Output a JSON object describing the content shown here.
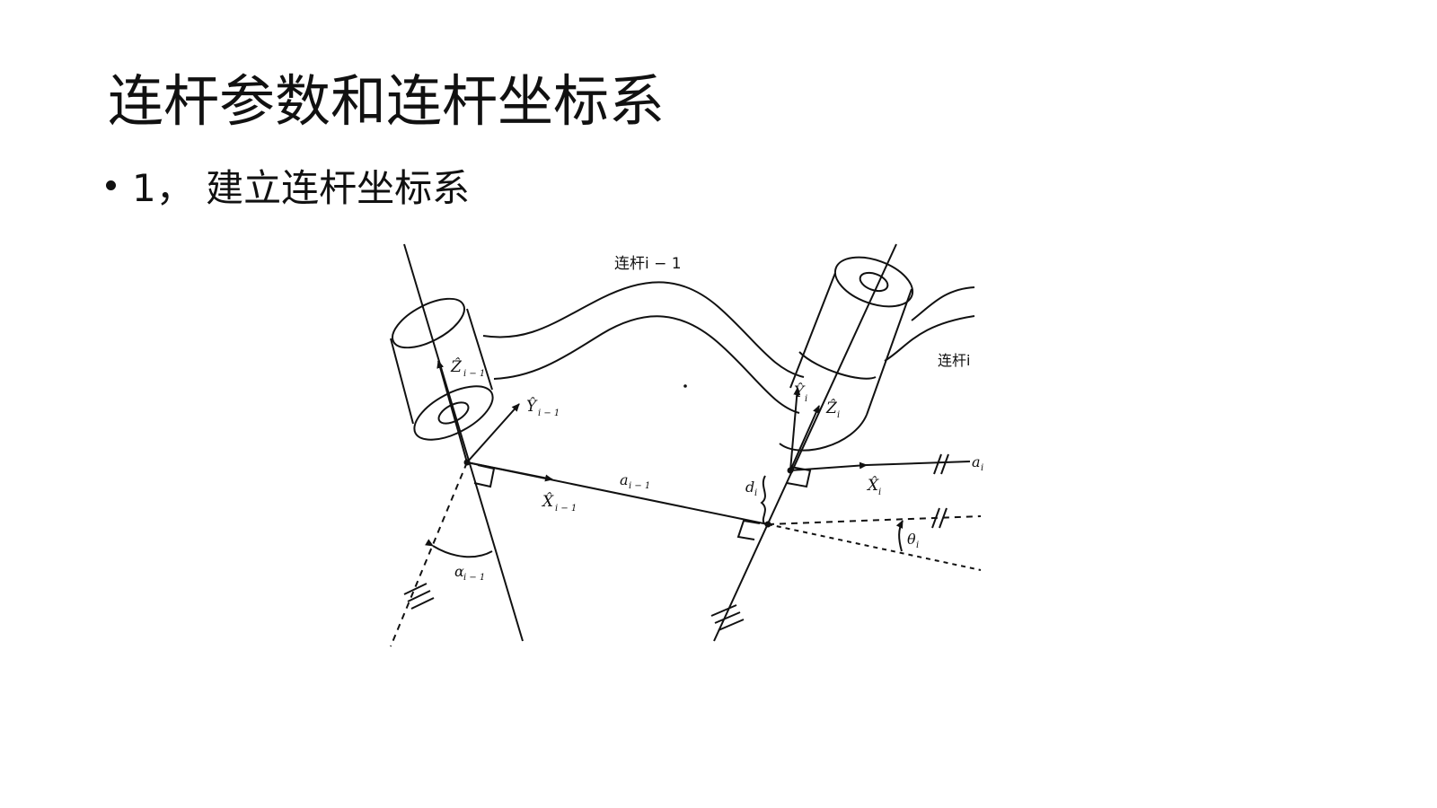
{
  "slide": {
    "title": "连杆参数和连杆坐标系",
    "bullet": "1， 建立连杆坐标系"
  },
  "diagram": {
    "labels": {
      "link_prev": "连杆i − 1",
      "link_cur": "连杆i",
      "z_prev": "Ẑ",
      "z_prev_sub": "i − 1",
      "y_prev": "Ŷ",
      "y_prev_sub": "i − 1",
      "x_prev": "X̂",
      "x_prev_sub": "i − 1",
      "a_prev": "a",
      "a_prev_sub": "i − 1",
      "alpha_prev": "α",
      "alpha_prev_sub": "i − 1",
      "y_cur": "Ŷ",
      "y_cur_sub": "i",
      "z_cur": "Ẑ",
      "z_cur_sub": "i",
      "x_cur": "X̂",
      "x_cur_sub": "i",
      "d_cur": "d",
      "d_cur_sub": "i",
      "theta_cur": "θ",
      "theta_cur_sub": "i",
      "a_cur": "a",
      "a_cur_sub": "i"
    }
  }
}
